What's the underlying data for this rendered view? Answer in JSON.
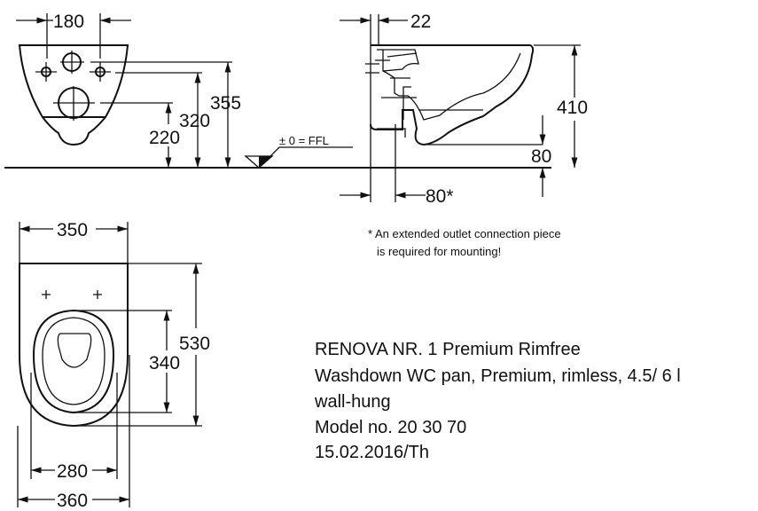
{
  "dimensions": {
    "front_hole_spacing": "180",
    "front_height_355": "355",
    "front_height_320": "320",
    "front_height_220": "220",
    "ffl_label": "± 0 = FFL",
    "side_wall_offset": "22",
    "side_height": "410",
    "side_bottom": "80",
    "side_outlet": "80*",
    "top_width_350": "350",
    "top_length_530": "530",
    "top_seat_340": "340",
    "top_seat_280": "280",
    "top_width_360": "360"
  },
  "note": {
    "line1": "* An extended outlet connection piece",
    "line2": "is required for mounting!"
  },
  "title_block": {
    "product": "RENOVA NR. 1 Premium Rimfree",
    "description": "Washdown WC pan, Premium, rimless, 4.5/ 6 l",
    "mounting": "wall-hung",
    "model": "Model no. 20 30 70",
    "date": "15.02.2016/Th"
  }
}
